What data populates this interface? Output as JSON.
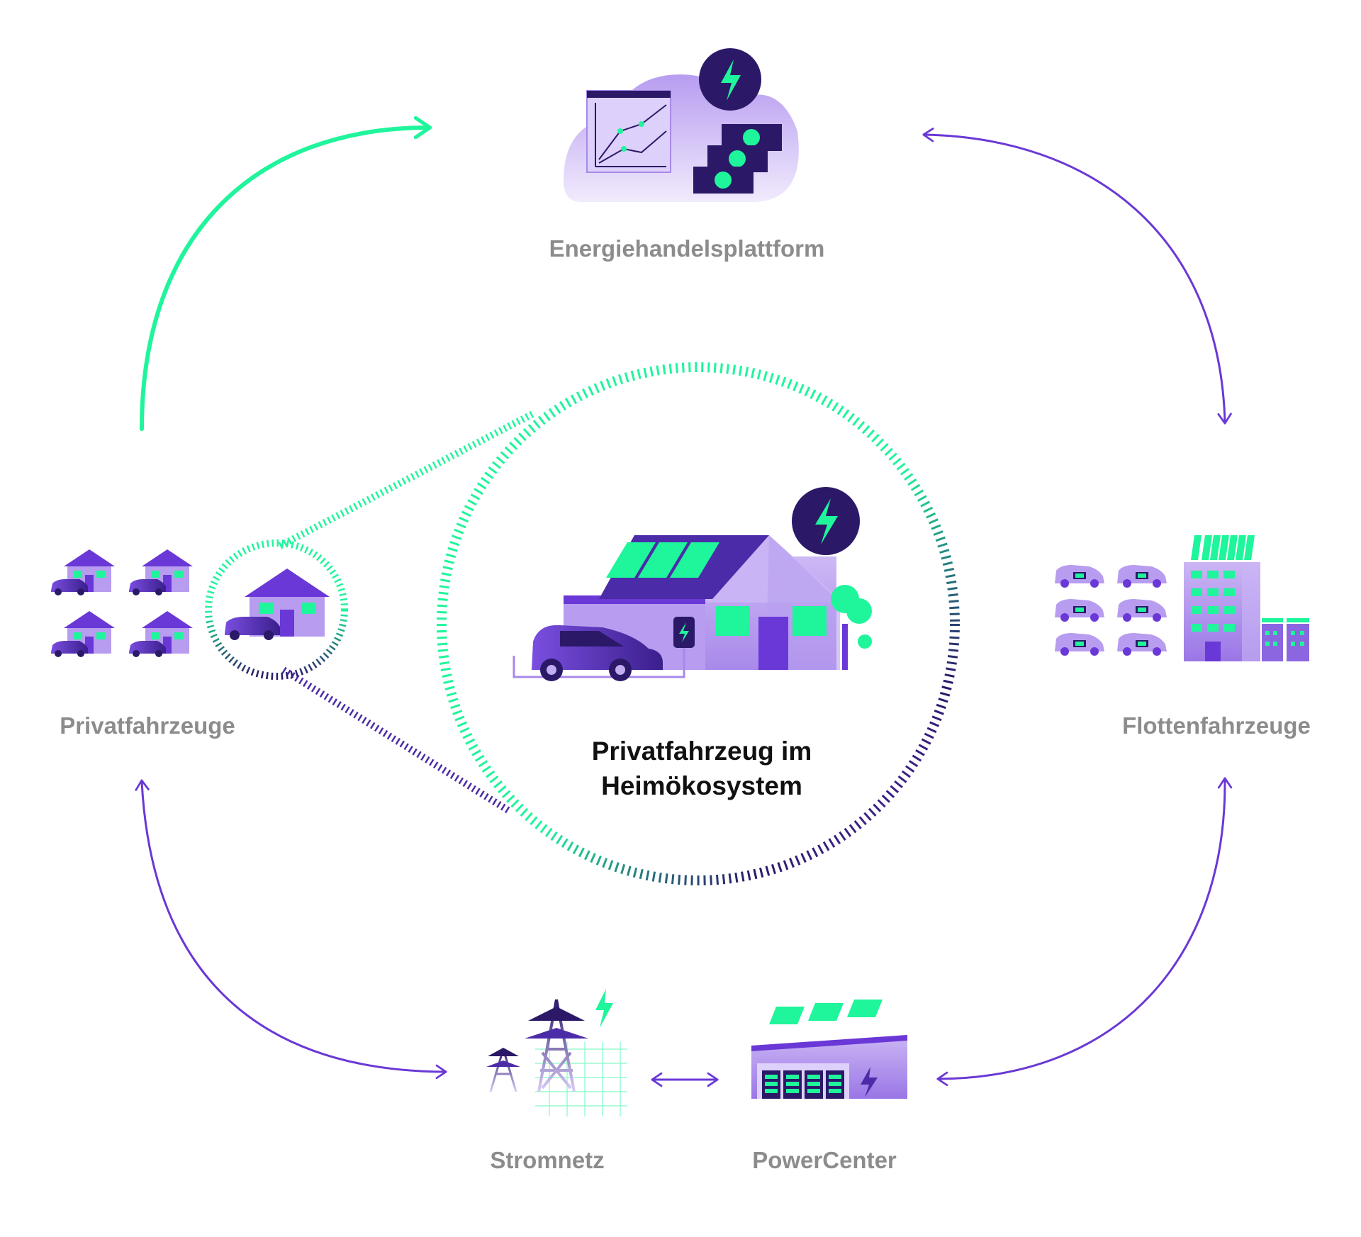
{
  "nodes": {
    "energy_trading": "Energiehandelsplattform",
    "private_vehicles": "Privatfahrzeuge",
    "fleet_vehicles": "Flottenfahrzeuge",
    "power_grid": "Stromnetz",
    "power_center": "PowerCenter"
  },
  "center": {
    "line1": "Privatfahrzeug im",
    "line2": "Heimökosystem"
  },
  "colors": {
    "green": "#1ff59b",
    "purple": "#6a38d6",
    "dark_purple": "#2b1968",
    "light_purple": "#c3adf2",
    "label_gray": "#8c8c8c"
  }
}
